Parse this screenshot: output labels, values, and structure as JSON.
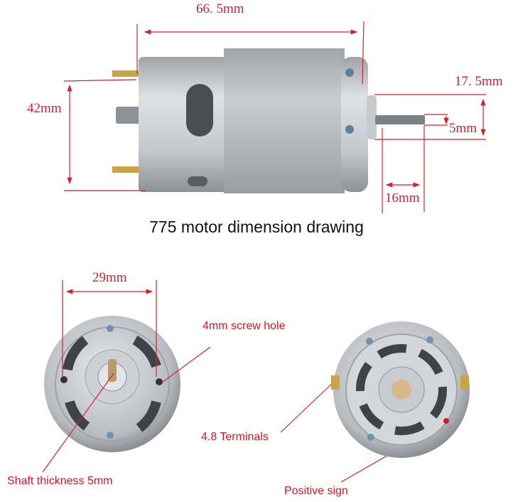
{
  "title": "775 motor dimension drawing",
  "dimensions": {
    "length": "66. 5mm",
    "diameter": "42mm",
    "front_boss": "17. 5mm",
    "shaft_diameter": "5mm",
    "shaft_length": "16mm",
    "hole_spacing": "29mm"
  },
  "callouts": {
    "screw_hole": "4mm screw hole",
    "shaft": "Shaft thickness 5mm",
    "terminals": "4.8 Terminals",
    "positive": "Positive sign"
  },
  "colors": {
    "annotation": "#d8202c",
    "metal": "#b9bec4",
    "can": "#a9adb2"
  }
}
